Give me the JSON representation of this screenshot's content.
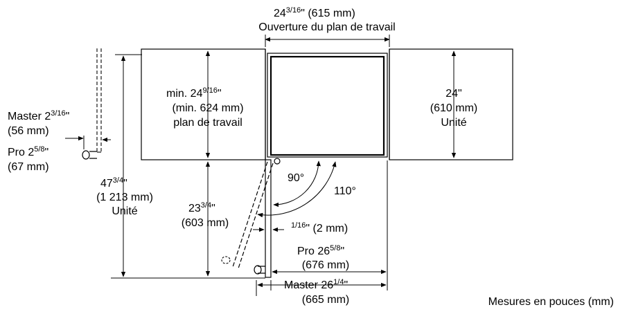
{
  "opening": {
    "top_main": "24",
    "top_frac": "3/16",
    "top_mm": "\" (615 mm)",
    "caption": "Ouverture du plan de travail"
  },
  "counter_depth": {
    "line1_main": "min. 24",
    "line1_frac": "9/16",
    "line1_end": "\"",
    "line2": "(min. 624 mm)",
    "line3": "plan de travail"
  },
  "unit_depth": {
    "inch": "24\"",
    "mm": "(610 mm)",
    "word": "Unité"
  },
  "master_handle": {
    "main": "Master 2",
    "frac": "3/16",
    "end": "\"",
    "mm": "(56 mm)"
  },
  "pro_handle": {
    "main": "Pro 2",
    "frac": "5/8",
    "end": "\"",
    "mm": "(67 mm)"
  },
  "total_depth": {
    "main": "47",
    "frac": "3/4",
    "end": "\"",
    "mm": "(1 213 mm)",
    "word": "Unité"
  },
  "door_depth": {
    "main": "23",
    "frac": "3/4",
    "end": "\"",
    "mm": "(603 mm)"
  },
  "angles": {
    "a90": "90°",
    "a110": "110°"
  },
  "gap": {
    "frac": "1/16",
    "rest": "\" (2 mm)"
  },
  "pro_width": {
    "main": "Pro 26",
    "frac": "5/8",
    "end": "\"",
    "mm": "(676 mm)"
  },
  "master_width": {
    "main": "Master 26",
    "frac": "1/4",
    "end": "\"",
    "mm": "(665 mm)"
  },
  "footer": "Mesures en pouces (mm)"
}
